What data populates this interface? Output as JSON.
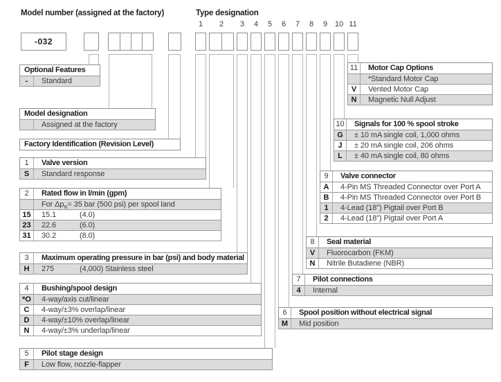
{
  "headings": {
    "model_number": "Model number (assigned at the factory)",
    "type_designation": "Type designation"
  },
  "model_number": {
    "value": "-032"
  },
  "columns": [
    "1",
    "2",
    "3",
    "4",
    "5",
    "6",
    "7",
    "8",
    "9",
    "10",
    "11"
  ],
  "tables": {
    "optional_features": {
      "number": null,
      "title": "Optional Features",
      "rows": [
        {
          "code": "-",
          "desc": "Standard",
          "shade": true
        }
      ]
    },
    "model_designation": {
      "number": null,
      "title": "Model designation",
      "rows": [
        {
          "code": "",
          "desc": "Assigned at the factory",
          "shade": true
        }
      ]
    },
    "factory_identification": {
      "number": null,
      "title": "Factory Identification (Revision Level)",
      "rows": []
    },
    "valve_version": {
      "number": "1",
      "title": "Valve version",
      "rows": [
        {
          "code": "S",
          "desc": "Standard response",
          "shade": true
        }
      ]
    },
    "rated_flow": {
      "number": "2",
      "title": "Rated flow in l/min (gpm)",
      "rows": [
        {
          "code": "",
          "pre": "For Δp",
          "sub": "N",
          "post": "= 35 bar (500 psi) per spool land",
          "shade": true
        },
        {
          "code": "15",
          "parts": [
            "15.1",
            "(4.0)"
          ],
          "shade": false
        },
        {
          "code": "23",
          "parts": [
            "22.6",
            "(6.0)"
          ],
          "shade": true
        },
        {
          "code": "31",
          "parts": [
            "30.2",
            "(8.0)"
          ],
          "shade": false
        }
      ]
    },
    "max_pressure": {
      "number": "3",
      "title": "Maximum operating pressure in bar (psi) and body material",
      "rows": [
        {
          "code": "H",
          "parts": [
            "275",
            "(4,000) Stainless steel"
          ],
          "shade": true
        }
      ]
    },
    "bushing_spool": {
      "number": "4",
      "title": "Bushing/spool design",
      "rows": [
        {
          "code": "*O",
          "desc": "4-way/axis cut/linear",
          "shade": true
        },
        {
          "code": "C",
          "desc": "4-way/±3% overlap/linear",
          "shade": false
        },
        {
          "code": "D",
          "desc": "4-way/±10% overlap/linear",
          "shade": true
        },
        {
          "code": "N",
          "desc": "4-way/±3% underlap/linear",
          "shade": false
        }
      ]
    },
    "pilot_stage": {
      "number": "5",
      "title": "Pilot stage design",
      "rows": [
        {
          "code": "F",
          "desc": "Low flow, nozzle-flapper",
          "shade": true
        }
      ]
    },
    "spool_position": {
      "number": "6",
      "title": "Spool position without electrical signal",
      "rows": [
        {
          "code": "M",
          "desc": "Mid position",
          "shade": true
        }
      ]
    },
    "pilot_connections": {
      "number": "7",
      "title": "Pilot connections",
      "rows": [
        {
          "code": "4",
          "desc": "Internal",
          "shade": true
        }
      ]
    },
    "seal_material": {
      "number": "8",
      "title": "Seal material",
      "rows": [
        {
          "code": "V",
          "desc": "Fluorocarbon (FKM)",
          "shade": true
        },
        {
          "code": "N",
          "desc": "Nitrile Butadiene (NBR)",
          "shade": false
        }
      ]
    },
    "valve_connector": {
      "number": "9",
      "title": "Valve connector",
      "rows": [
        {
          "code": "A",
          "desc": "4-Pin MS Threaded Connector over Port A",
          "shade": false
        },
        {
          "code": "B",
          "desc": "4-Pin MS Threaded Connector over Port B",
          "shade": false
        },
        {
          "code": "1",
          "desc": "4-Lead (18\") Pigtail over Port B",
          "shade": true
        },
        {
          "code": "2",
          "desc": "4-Lead (18\") Pigtail over Port A",
          "shade": false
        }
      ]
    },
    "signals": {
      "number": "10",
      "title": "Signals for 100 % spool stroke",
      "rows": [
        {
          "code": "G",
          "desc": "± 10 mA single coil, 1,000 ohms",
          "shade": true
        },
        {
          "code": "J",
          "desc": "± 20 mA single coil, 206 ohms",
          "shade": false
        },
        {
          "code": "L",
          "desc": "± 40 mA single coil, 80 ohms",
          "shade": true
        }
      ]
    },
    "motor_cap": {
      "number": "11",
      "title": "Motor Cap Options",
      "rows": [
        {
          "code": "",
          "desc": "*Standard Motor Cap",
          "shade": true
        },
        {
          "code": "V",
          "desc": "Vented Motor Cap",
          "shade": false
        },
        {
          "code": "N",
          "desc": "Magnetic Null Adjust",
          "shade": true
        }
      ]
    }
  }
}
